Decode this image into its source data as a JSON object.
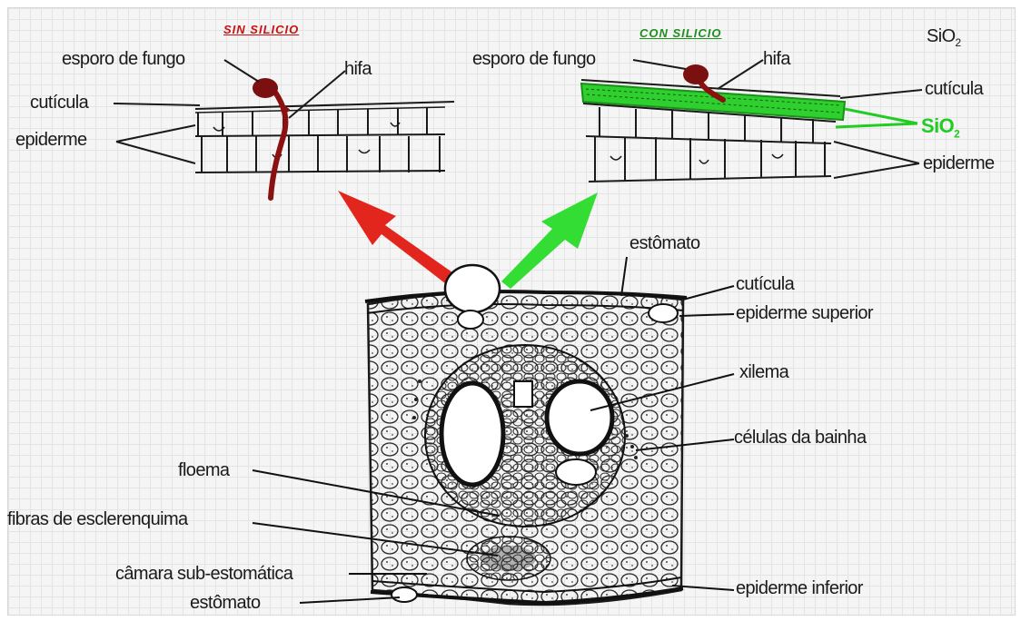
{
  "panels": {
    "without": {
      "title": "SIN SILICIO",
      "title_color": "#cc1111",
      "labels": {
        "spore": "esporo de fungo",
        "hypha": "hifa",
        "cuticle": "cutícula",
        "epidermis": "epiderme"
      }
    },
    "with": {
      "title": "CON SILICIO",
      "title_color": "#1f8f1f",
      "formula": {
        "base": "SiO",
        "sub": "2"
      },
      "labels": {
        "spore": "esporo de fungo",
        "hypha": "hifa",
        "cuticle": "cutícula",
        "silica_layer": {
          "base": "SiO",
          "sub": "2"
        },
        "epidermis": "epiderme"
      }
    }
  },
  "leaf_section": {
    "labels": {
      "stomata_top": "estômato",
      "cuticle": "cutícula",
      "upper_epidermis": "epiderme superior",
      "xylem": "xilema",
      "sheath_cells": "células da bainha",
      "phloem": "floema",
      "sclerenchyma": "fibras de esclerenquima",
      "substomatal_chamber": "câmara sub-estomática",
      "stomata_bottom": "estômato",
      "lower_epidermis": "epiderme inferior"
    }
  },
  "colors": {
    "arrow_red": "#e2261d",
    "arrow_green": "#33dd33",
    "silica_green": "#23cc23",
    "fungus": "#8b1010",
    "ink": "#1a1a1a"
  },
  "icons": [
    "fungal-spore-icon",
    "hypha-icon",
    "red-arrow-icon",
    "green-arrow-icon"
  ]
}
